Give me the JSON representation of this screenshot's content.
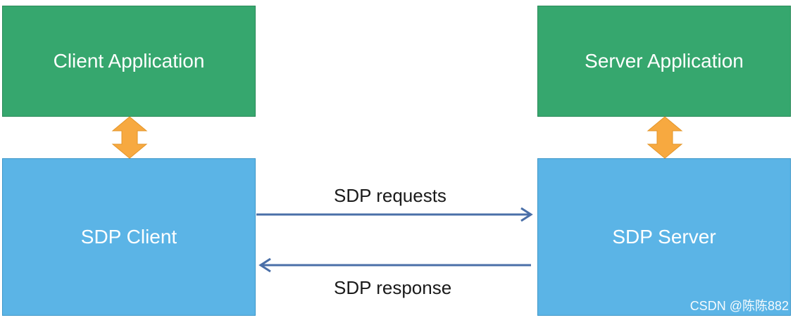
{
  "diagram": {
    "client_application": "Client Application",
    "server_application": "Server Application",
    "sdp_client": "SDP Client",
    "sdp_server": "SDP Server",
    "requests_label": "SDP requests",
    "response_label": "SDP response",
    "watermark": "CSDN @陈陈882"
  },
  "colors": {
    "application_box": "#36a76e",
    "sdp_box": "#5bb4e6",
    "double_arrow": "#f7a940",
    "flow_arrow": "#4a6fa8"
  }
}
